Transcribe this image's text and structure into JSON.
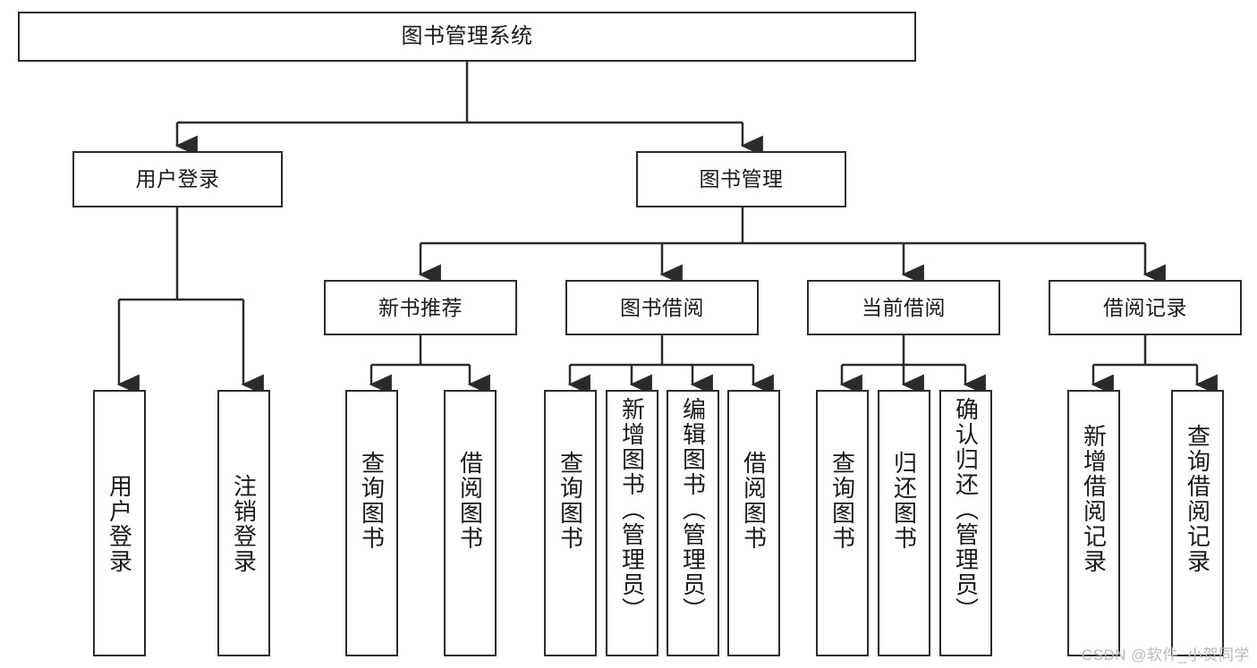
{
  "diagram": {
    "type": "tree",
    "title": "图书管理系统",
    "root": {
      "label": "图书管理系统"
    },
    "level2": [
      {
        "label": "用户登录"
      },
      {
        "label": "图书管理"
      }
    ],
    "level3": [
      {
        "label": "新书推荐"
      },
      {
        "label": "图书借阅"
      },
      {
        "label": "当前借阅"
      },
      {
        "label": "借阅记录"
      }
    ],
    "leaves": [
      {
        "label": "用户登录",
        "parent": "用户登录"
      },
      {
        "label": "注销登录",
        "parent": "用户登录"
      },
      {
        "label": "查询图书",
        "parent": "新书推荐"
      },
      {
        "label": "借阅图书",
        "parent": "新书推荐"
      },
      {
        "label": "查询图书",
        "parent": "图书借阅"
      },
      {
        "label": "新增图书（管理员）",
        "parent": "图书借阅"
      },
      {
        "label": "编辑图书（管理员）",
        "parent": "图书借阅"
      },
      {
        "label": "借阅图书",
        "parent": "图书借阅"
      },
      {
        "label": "查询图书",
        "parent": "当前借阅"
      },
      {
        "label": "归还图书",
        "parent": "当前借阅"
      },
      {
        "label": "确认归还（管理员）",
        "parent": "当前借阅"
      },
      {
        "label": "新增借阅记录",
        "parent": "借阅记录"
      },
      {
        "label": "查询借阅记录",
        "parent": "借阅记录"
      }
    ]
  },
  "watermark": {
    "text": "CSDN @软件_小贺同学"
  },
  "colors": {
    "stroke": "#2b2b2b",
    "fill": "#ffffff",
    "text": "#1a1a1a",
    "watermark": "#b9b9b9"
  }
}
